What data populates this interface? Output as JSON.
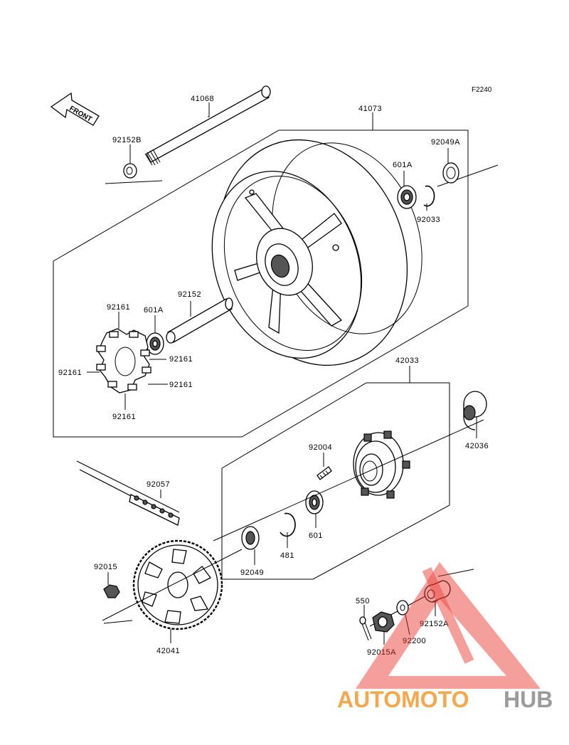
{
  "figure_code": "F2240",
  "front_arrow_text": "FRONT",
  "parts": [
    {
      "key": "p41068",
      "number": "41068"
    },
    {
      "key": "p41073",
      "number": "41073"
    },
    {
      "key": "p92152b",
      "number": "92152B"
    },
    {
      "key": "p92049a",
      "number": "92049A"
    },
    {
      "key": "p601a_top",
      "number": "601A"
    },
    {
      "key": "p92033",
      "number": "92033"
    },
    {
      "key": "p92161_a",
      "number": "92161"
    },
    {
      "key": "p601a_left",
      "number": "601A"
    },
    {
      "key": "p92152",
      "number": "92152"
    },
    {
      "key": "p92161_b",
      "number": "92161"
    },
    {
      "key": "p92161_c",
      "number": "92161"
    },
    {
      "key": "p92161_d",
      "number": "92161"
    },
    {
      "key": "p92161_e",
      "number": "92161"
    },
    {
      "key": "p42033",
      "number": "42033"
    },
    {
      "key": "p42036",
      "number": "42036"
    },
    {
      "key": "p92004",
      "number": "92004"
    },
    {
      "key": "p92057",
      "number": "92057"
    },
    {
      "key": "p601",
      "number": "601"
    },
    {
      "key": "p481",
      "number": "481"
    },
    {
      "key": "p92049",
      "number": "92049"
    },
    {
      "key": "p92015",
      "number": "92015"
    },
    {
      "key": "p42041",
      "number": "42041"
    },
    {
      "key": "p550",
      "number": "550"
    },
    {
      "key": "p92200",
      "number": "92200"
    },
    {
      "key": "p92152a",
      "number": "92152A"
    },
    {
      "key": "p92015a",
      "number": "92015A"
    }
  ],
  "watermark": {
    "part1": "AUTOMOTO",
    "part2": "HUB",
    "color1": "#f29a2e",
    "color2": "#8a8a8a",
    "triangle_color": "#e8322b"
  }
}
